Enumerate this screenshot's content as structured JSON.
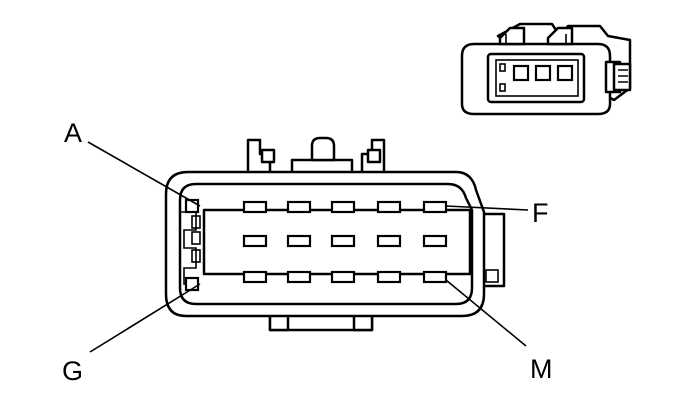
{
  "pin_labels": {
    "a": "A",
    "f": "F",
    "g": "G",
    "m": "M"
  },
  "terminal_rows": {
    "top_count": 5,
    "middle_count": 5,
    "bottom_count": 5
  },
  "colors": {
    "line": "#000000",
    "background": "#ffffff"
  }
}
